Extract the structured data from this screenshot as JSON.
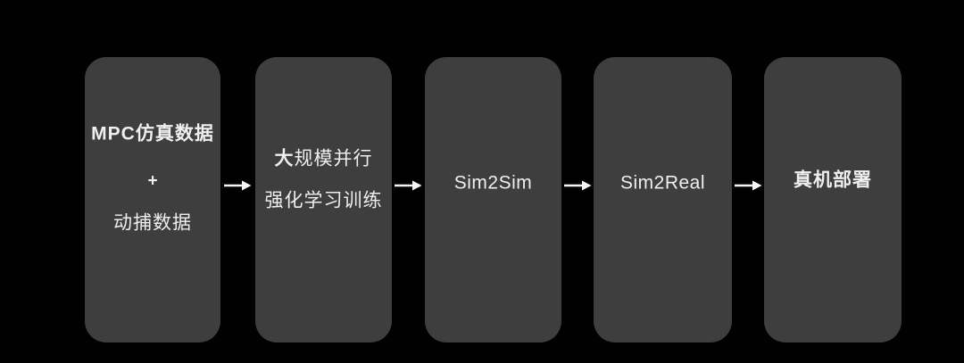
{
  "diagram": {
    "background_color": "#010101",
    "box_fill_color": "#3e3e3e",
    "text_color": "#efefef",
    "arrow_color": "#f5f5f5",
    "boxes": [
      {
        "name": "training-data",
        "line1": "MPC仿真数据",
        "line2": "+",
        "line3": "动捕数据"
      },
      {
        "name": "parallel-rl-training",
        "line1_bold": "大",
        "line1_rest": "规模并行",
        "line2": "强化学习训练"
      },
      {
        "name": "sim2sim",
        "label": "Sim2Sim"
      },
      {
        "name": "sim2real",
        "label": "Sim2Real"
      },
      {
        "name": "real-robot-deployment",
        "label": "真机部署"
      }
    ]
  }
}
